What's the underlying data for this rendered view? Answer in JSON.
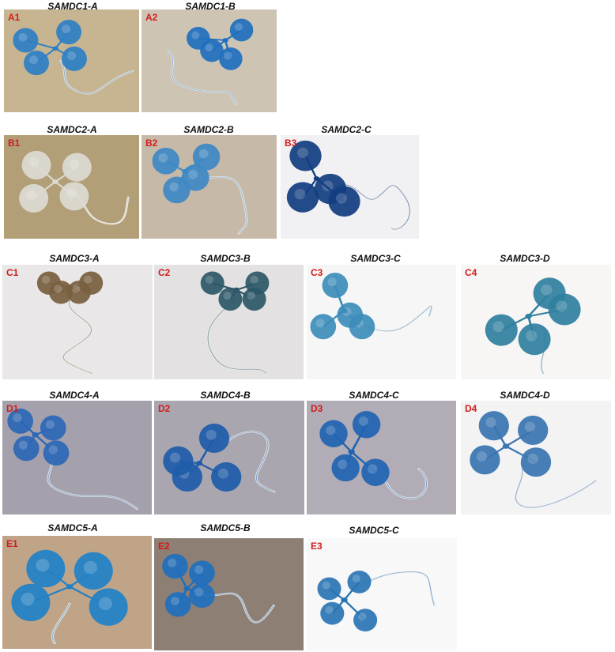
{
  "panels": [
    {
      "label": "A1",
      "title": "SAMDC1-A",
      "bg": "#c7b591",
      "stain": "#2e7fc5"
    },
    {
      "label": "A2",
      "title": "SAMDC1-B",
      "bg": "#cec4b4",
      "stain": "#1f6fbf"
    },
    {
      "label": "B1",
      "title": "SAMDC2-A",
      "bg": "#b29f78",
      "stain": "#dcdad2"
    },
    {
      "label": "B2",
      "title": "SAMDC2-B",
      "bg": "#c7b9a8",
      "stain": "#3d88c6"
    },
    {
      "label": "B3",
      "title": "SAMDC2-C",
      "bg": "#f1f1f3",
      "stain": "#123d80"
    },
    {
      "label": "C1",
      "title": "SAMDC3-A",
      "bg": "#e9e7e7",
      "stain": "#77603f"
    },
    {
      "label": "C2",
      "title": "SAMDC3-B",
      "bg": "#e3e1e1",
      "stain": "#2d5766"
    },
    {
      "label": "C3",
      "title": "SAMDC3-C",
      "bg": "#f6f6f6",
      "stain": "#3c8cb8"
    },
    {
      "label": "C4",
      "title": "SAMDC3-D",
      "bg": "#f7f6f4",
      "stain": "#2f7f9f"
    },
    {
      "label": "D1",
      "title": "SAMDC4-A",
      "bg": "#a4a0ac",
      "stain": "#2b67b5"
    },
    {
      "label": "D2",
      "title": "SAMDC4-B",
      "bg": "#aaa6b0",
      "stain": "#1e5ca9"
    },
    {
      "label": "D3",
      "title": "SAMDC4-C",
      "bg": "#b1acb5",
      "stain": "#1f63b2"
    },
    {
      "label": "D4",
      "title": "SAMDC4-D",
      "bg": "#f3f3f3",
      "stain": "#3a74b1"
    },
    {
      "label": "E1",
      "title": "SAMDC5-A",
      "bg": "#c0a488",
      "stain": "#1f81c8"
    },
    {
      "label": "E2",
      "title": "SAMDC5-B",
      "bg": "#8e7f74",
      "stain": "#1f6fbd"
    },
    {
      "label": "E3",
      "title": "SAMDC5-C",
      "bg": "#f8f8f8",
      "stain": "#2a74b4"
    }
  ]
}
